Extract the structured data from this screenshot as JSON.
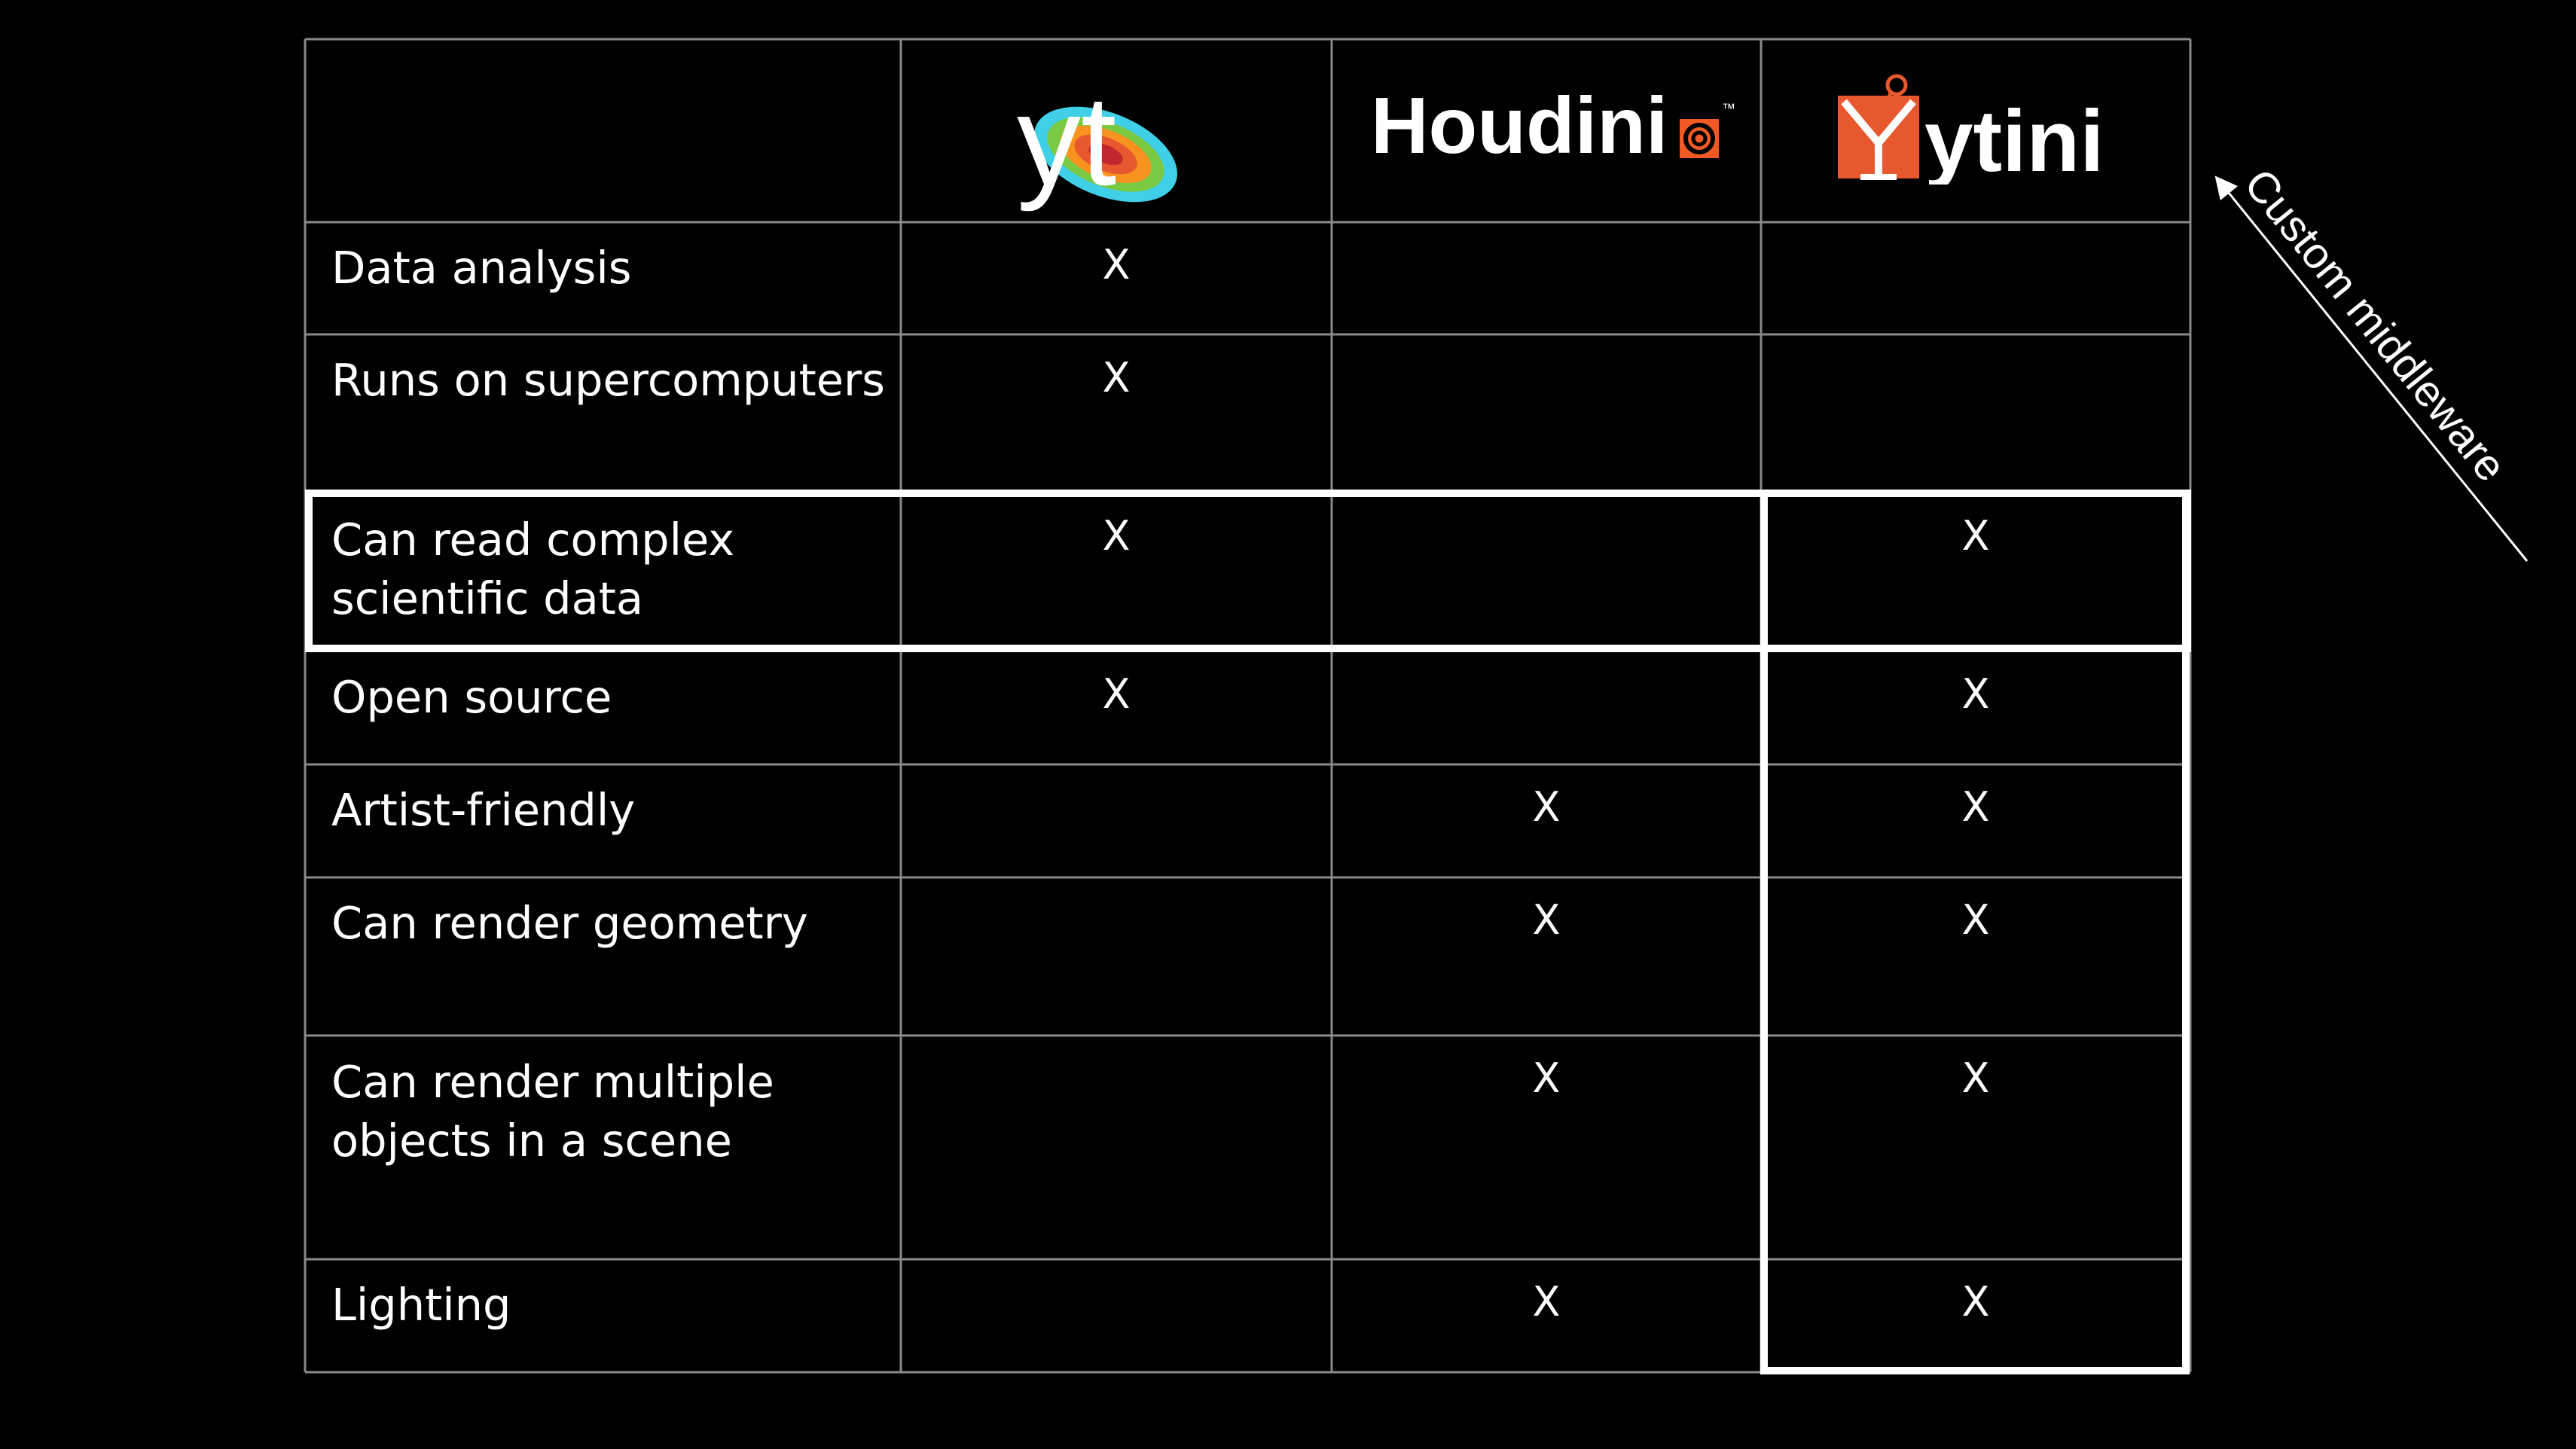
{
  "columns": [
    {
      "logo": "yt-logo",
      "text": "yt"
    },
    {
      "logo": "houdini-logo",
      "text": "Houdini"
    },
    {
      "logo": "ytini-logo",
      "text": "ytini"
    }
  ],
  "rows": [
    {
      "feature": "Data analysis",
      "yt": "X",
      "houdini": "",
      "ytini": ""
    },
    {
      "feature": "Runs on supercomputers",
      "yt": "X",
      "houdini": "",
      "ytini": ""
    },
    {
      "feature": "Can read complex scientific data",
      "yt": "X",
      "houdini": "",
      "ytini": "X"
    },
    {
      "feature": "Open source",
      "yt": "X",
      "houdini": "",
      "ytini": "X"
    },
    {
      "feature": "Artist-friendly",
      "yt": "",
      "houdini": "X",
      "ytini": "X"
    },
    {
      "feature": "Can render geometry",
      "yt": "",
      "houdini": "X",
      "ytini": "X"
    },
    {
      "feature": "Can render multiple objects in a scene",
      "yt": "",
      "houdini": "X",
      "ytini": "X"
    },
    {
      "feature": "Lighting",
      "yt": "",
      "houdini": "X",
      "ytini": "X"
    }
  ],
  "annotation": "Custom middleware",
  "houdini_trademark": "™",
  "colors": {
    "background": "#000000",
    "grid": "#8a8a8a",
    "highlight": "#ffffff",
    "ytini_orange": "#e8582e",
    "houdini_orange": "#f15a24"
  }
}
